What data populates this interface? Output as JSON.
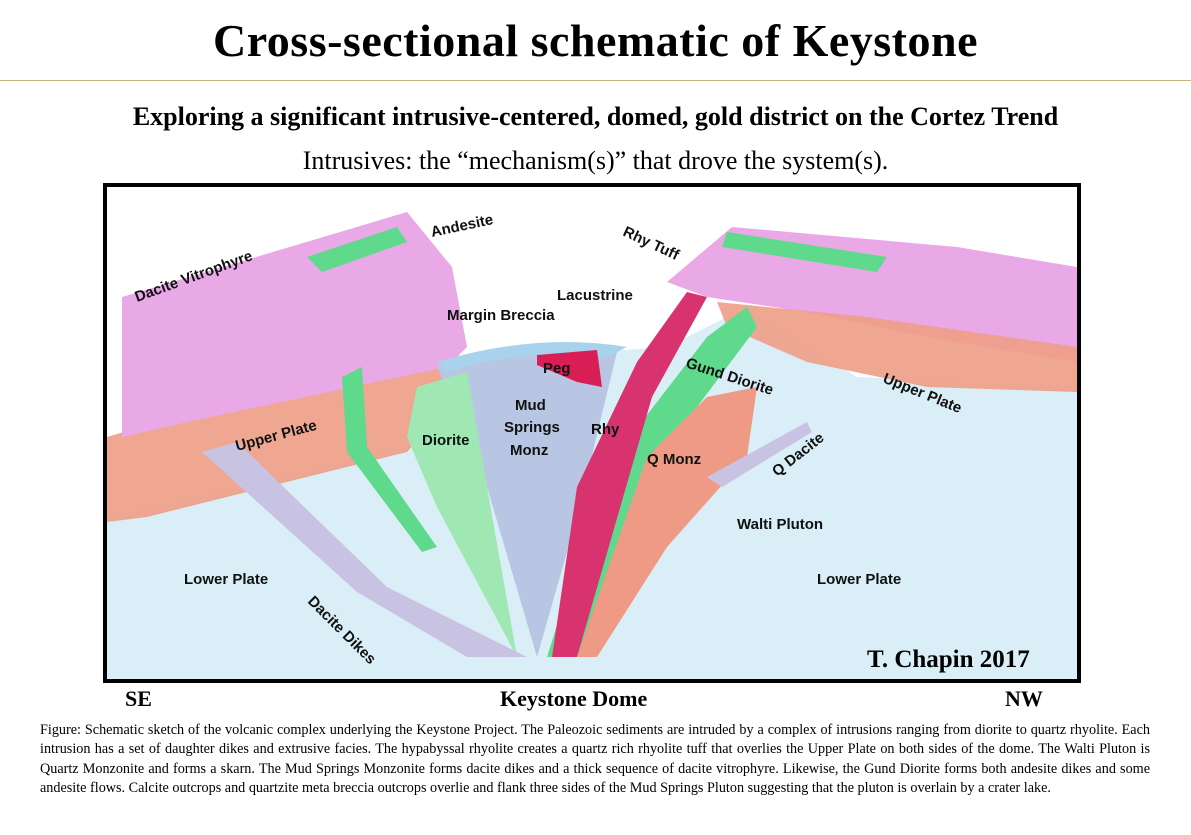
{
  "header": {
    "title": "Cross-sectional schematic of Keystone",
    "subtitle": "Exploring a significant intrusive-centered, domed, gold district on the Cortez Trend",
    "tagline": "Intrusives: the “mechanism(s)” that drove the system(s)."
  },
  "diagram": {
    "labels": {
      "dacite_vitrophyre": "Dacite Vitrophyre",
      "andesite": "Andesite",
      "rhy_tuff": "Rhy Tuff",
      "lacustrine": "Lacustrine",
      "margin_breccia": "Margin Breccia",
      "peg": "Peg",
      "gund_diorite": "Gund Diorite",
      "upper_plate_left": "Upper Plate",
      "upper_plate_right": "Upper Plate",
      "diorite": "Diorite",
      "mud": "Mud",
      "springs": "Springs",
      "monz": "Monz",
      "rhy": "Rhy",
      "q_monz": "Q Monz",
      "q_dacite": "Q Dacite",
      "walti_pluton": "Walti Pluton",
      "lower_plate_left": "Lower Plate",
      "lower_plate_right": "Lower Plate",
      "dacite_dikes": "Dacite Dikes"
    },
    "credit": "T. Chapin 2017",
    "colors": {
      "volcanic": "#e9a8e6",
      "upper_plate": "#ee9d86",
      "lower_plate": "#d9eef6",
      "dome": "#b9c6e3",
      "diorite": "#9fe8b4",
      "gund": "#5fd98c",
      "rhy": "#d8336f",
      "peg": "#d81e55",
      "q_monz": "#ee9a85",
      "dacite_dike": "#c9c3e3"
    }
  },
  "footer": {
    "left": "SE",
    "center": "Keystone Dome",
    "right": "NW",
    "caption": "Figure: Schematic sketch of the volcanic complex underlying the Keystone Project. The Paleozoic sediments are intruded by a complex of intrusions ranging from diorite to quartz rhyolite. Each intrusion has a set of daughter dikes and extrusive facies. The hypabyssal rhyolite creates a quartz rich rhyolite tuff that overlies the Upper Plate on both sides of the dome. The Walti Pluton is Quartz Monzonite and forms a skarn. The Mud Springs Monzonite forms dacite dikes and a thick sequence of dacite vitrophyre. Likewise, the Gund Diorite forms both andesite dikes and some andesite flows. Calcite outcrops and quartzite meta breccia outcrops overlie and flank three sides of the Mud Springs Pluton suggesting that the pluton is overlain by a crater lake."
  }
}
